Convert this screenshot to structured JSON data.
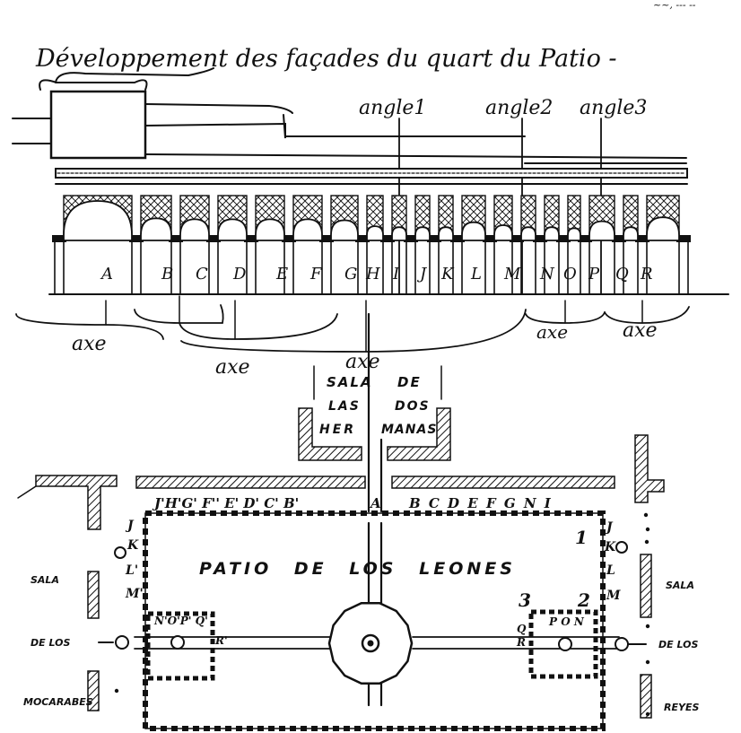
{
  "header": {
    "corner_note": "~~, --- --",
    "title": "Développement des façades du quart du Patio -"
  },
  "elevation": {
    "angles": [
      "angle1",
      "angle2",
      "angle3"
    ],
    "bays": [
      "A",
      "B",
      "C",
      "D",
      "E",
      "F",
      "G",
      "H",
      "I",
      "J",
      "K",
      "L",
      "M",
      "N",
      "O",
      "P",
      "Q",
      "R"
    ],
    "axis_word": "axe"
  },
  "plan": {
    "sala_top": [
      "SALA",
      "DE",
      "LAS",
      "DOS",
      "HER",
      "MANAS"
    ],
    "patio_name": "PATIO DE LOS LEONES",
    "top_letters_left": "J'H'G' F'' E' D' C' B'",
    "top_center": "A",
    "top_letters_right": "B C D E F G N I",
    "left_column": [
      "J",
      "K",
      "L'",
      "M'"
    ],
    "right_column": [
      "J",
      "K",
      "L",
      "M"
    ],
    "inner_left": "N'O'P' Q'",
    "inner_left_r": "R'",
    "inner_right_top": "P O N",
    "inner_right_side": [
      "Q",
      "R"
    ],
    "numbers": [
      "1",
      "2",
      "3"
    ],
    "left_hall": [
      "SALA",
      "DE LOS",
      "MOCARABES"
    ],
    "right_hall": [
      "SALA",
      "DE LOS",
      "REYES"
    ]
  }
}
